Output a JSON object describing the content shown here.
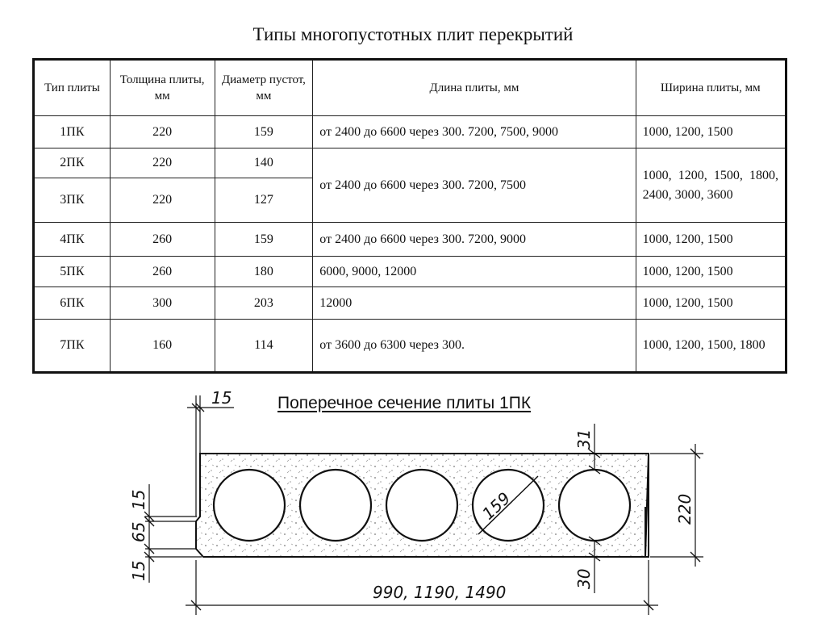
{
  "title": "Типы многопустотных плит перекрытий",
  "table": {
    "headers": {
      "type": "Тип плиты",
      "thickness": "Толщина плиты, мм",
      "diameter": "Диаметр пустот, мм",
      "length": "Длина плиты, мм",
      "width": "Ширина плиты, мм"
    },
    "rows": [
      {
        "type": "1ПК",
        "thickness": "220",
        "diameter": "159",
        "length": "от 2400 до 6600 через 300. 7200, 7500, 9000",
        "width": "1000, 1200, 1500"
      },
      {
        "type": "2ПК",
        "thickness": "220",
        "diameter": "140",
        "length": "от 2400 до 6600 через 300. 7200, 7500",
        "width": "1000, 1200, 1500, 1800, 2400, 3000, 3600"
      },
      {
        "type": "3ПК",
        "thickness": "220",
        "diameter": "127"
      },
      {
        "type": "4ПК",
        "thickness": "260",
        "diameter": "159",
        "length": "от 2400 до 6600 через 300. 7200, 9000",
        "width": "1000, 1200, 1500"
      },
      {
        "type": "5ПК",
        "thickness": "260",
        "diameter": "180",
        "length": "6000, 9000, 12000",
        "width": "1000, 1200, 1500"
      },
      {
        "type": "6ПК",
        "thickness": "300",
        "diameter": "203",
        "length": "12000",
        "width": "1000, 1200, 1500"
      },
      {
        "type": "7ПК",
        "thickness": "160",
        "diameter": "114",
        "length": "от 3600 до 6300 через 300.",
        "width": "1000, 1200, 1500, 1800"
      }
    ]
  },
  "section": {
    "title": "Поперечное сечение плиты 1ПК",
    "dims": {
      "top_offset": "15",
      "top_cover": "31",
      "bottom_cover": "30",
      "height": "220",
      "hole_diameter": "159",
      "left_a": "15",
      "left_b": "65",
      "left_c": "15",
      "widths": "990, 1190, 1490"
    }
  }
}
